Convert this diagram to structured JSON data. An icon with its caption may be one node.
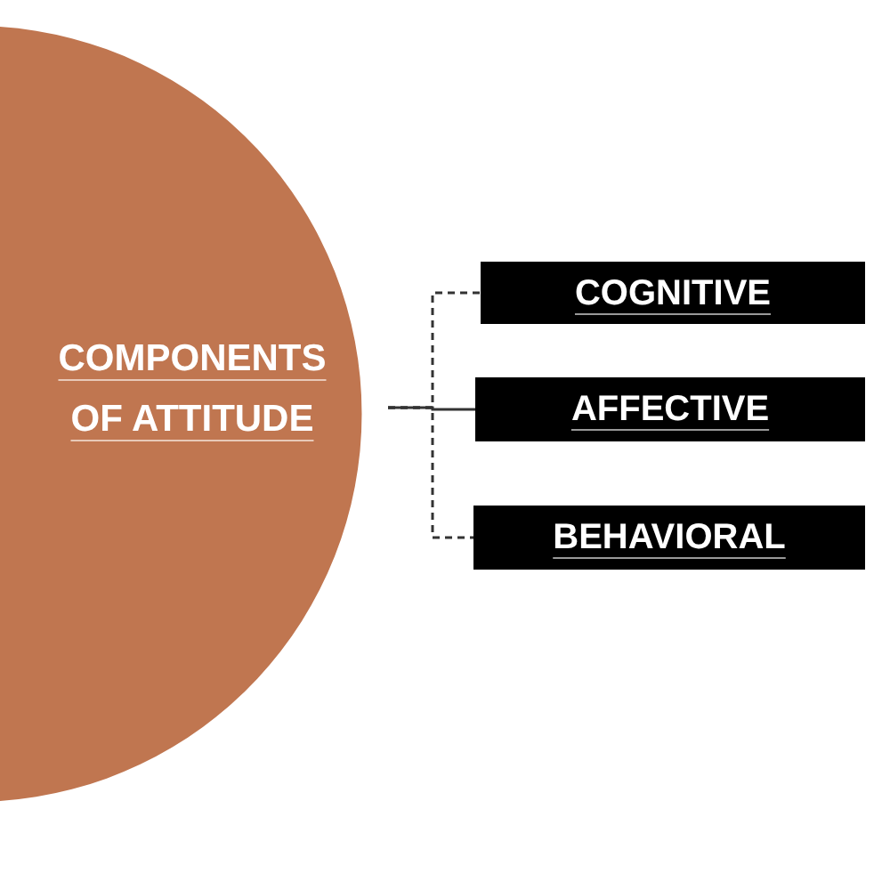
{
  "diagram": {
    "nodes": [
      {
        "text": [
          "COMPONENTS OF ATTITUDE"
        ]
      },
      {
        "text": [
          "COGNITIVE"
        ]
      },
      {
        "text": [
          "AFFECTIVE"
        ]
      },
      {
        "text": [
          "BEHAVIORAL"
        ]
      }
    ],
    "edges": [
      {
        "from": 0,
        "to": 1,
        "arrow": "none",
        "style": "dashed"
      },
      {
        "from": 0,
        "to": 2,
        "arrow": "none"
      },
      {
        "from": 0,
        "to": 3,
        "arrow": "none",
        "style": "dashed"
      }
    ]
  }
}
